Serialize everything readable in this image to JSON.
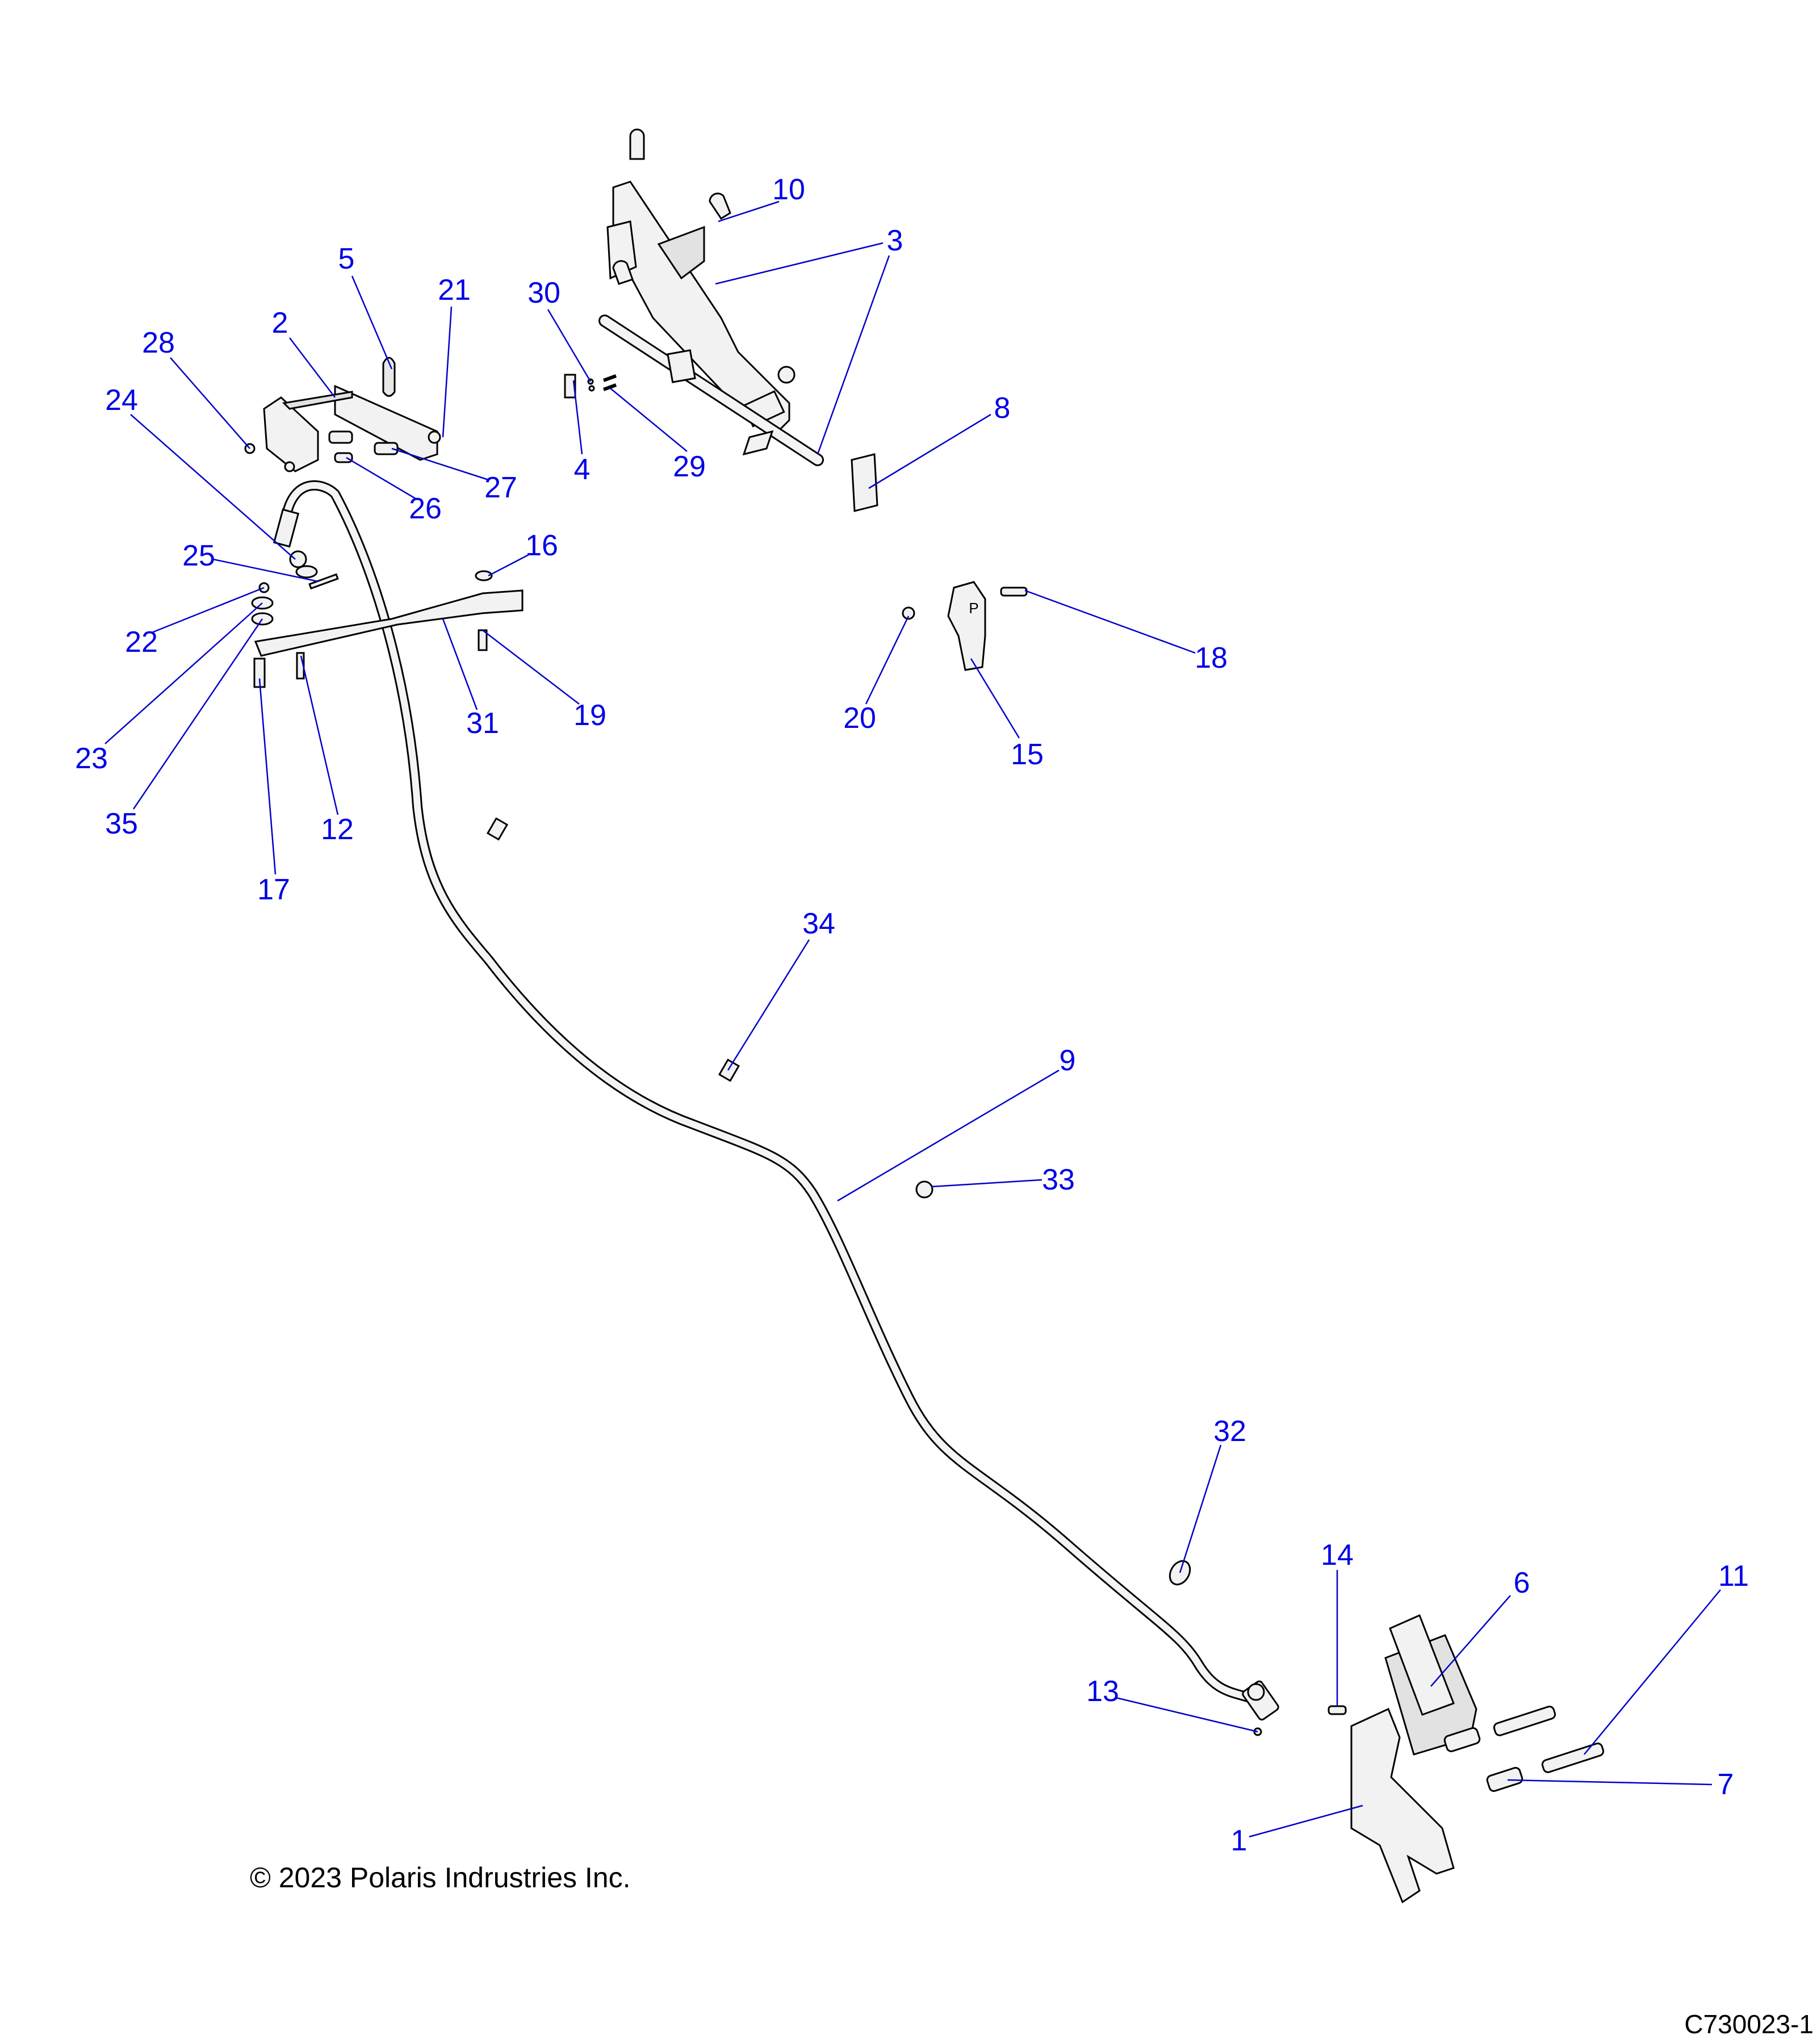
{
  "diagram": {
    "title": "Parking brake assembly exploded view",
    "callout_color": "#0000e6",
    "callouts": [
      "10",
      "3",
      "5",
      "21",
      "2",
      "28",
      "30",
      "24",
      "27",
      "26",
      "4",
      "29",
      "8",
      "25",
      "16",
      "22",
      "31",
      "19",
      "18",
      "20",
      "15",
      "23",
      "35",
      "12",
      "17",
      "34",
      "9",
      "33",
      "32",
      "14",
      "6",
      "11",
      "13",
      "7",
      "1"
    ],
    "lever_mark": "P"
  },
  "footer": {
    "copyright": "© 2023 Polaris Indrustries Inc.",
    "figure_code": "C730023-1"
  }
}
